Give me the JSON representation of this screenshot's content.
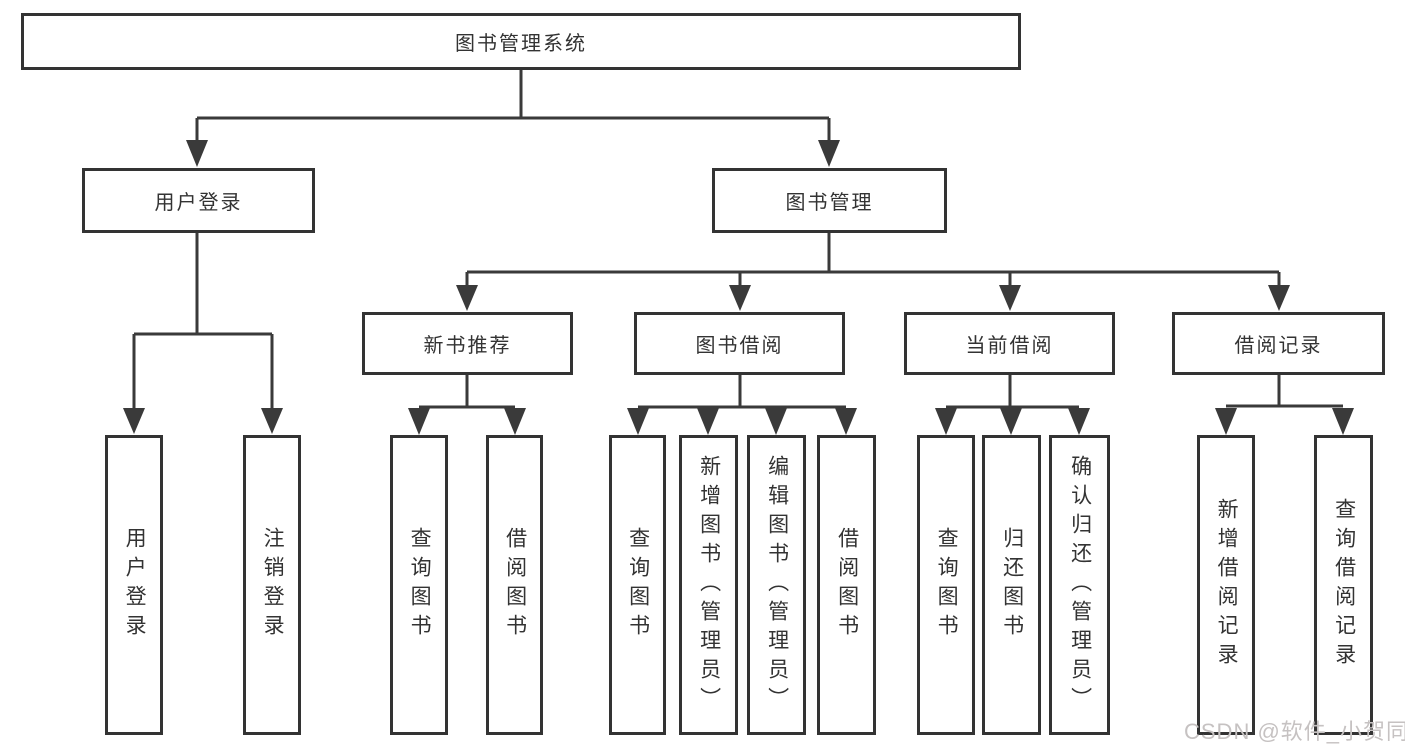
{
  "diagram_title": "图书管理系统",
  "colors": {
    "box_border": "#333333",
    "connector": "#3a3a3a",
    "text": "#333333",
    "watermark_text": "#c6c2c2",
    "background": "#ffffff"
  },
  "tree": {
    "label": "图书管理系统",
    "children": [
      {
        "label": "用户登录",
        "children": [
          {
            "label": "用户登录"
          },
          {
            "label": "注销登录"
          }
        ]
      },
      {
        "label": "图书管理",
        "children": [
          {
            "label": "新书推荐",
            "children": [
              {
                "label": "查询图书"
              },
              {
                "label": "借阅图书"
              }
            ]
          },
          {
            "label": "图书借阅",
            "children": [
              {
                "label": "查询图书"
              },
              {
                "label": "新增图书（管理员）"
              },
              {
                "label": "编辑图书（管理员）"
              },
              {
                "label": "借阅图书"
              }
            ]
          },
          {
            "label": "当前借阅",
            "children": [
              {
                "label": "查询图书"
              },
              {
                "label": "归还图书"
              },
              {
                "label": "确认归还（管理员）"
              }
            ]
          },
          {
            "label": "借阅记录",
            "children": [
              {
                "label": "新增借阅记录"
              },
              {
                "label": "查询借阅记录"
              }
            ]
          }
        ]
      }
    ]
  },
  "watermark": {
    "text": "CSDN @软件_小贺同学"
  }
}
